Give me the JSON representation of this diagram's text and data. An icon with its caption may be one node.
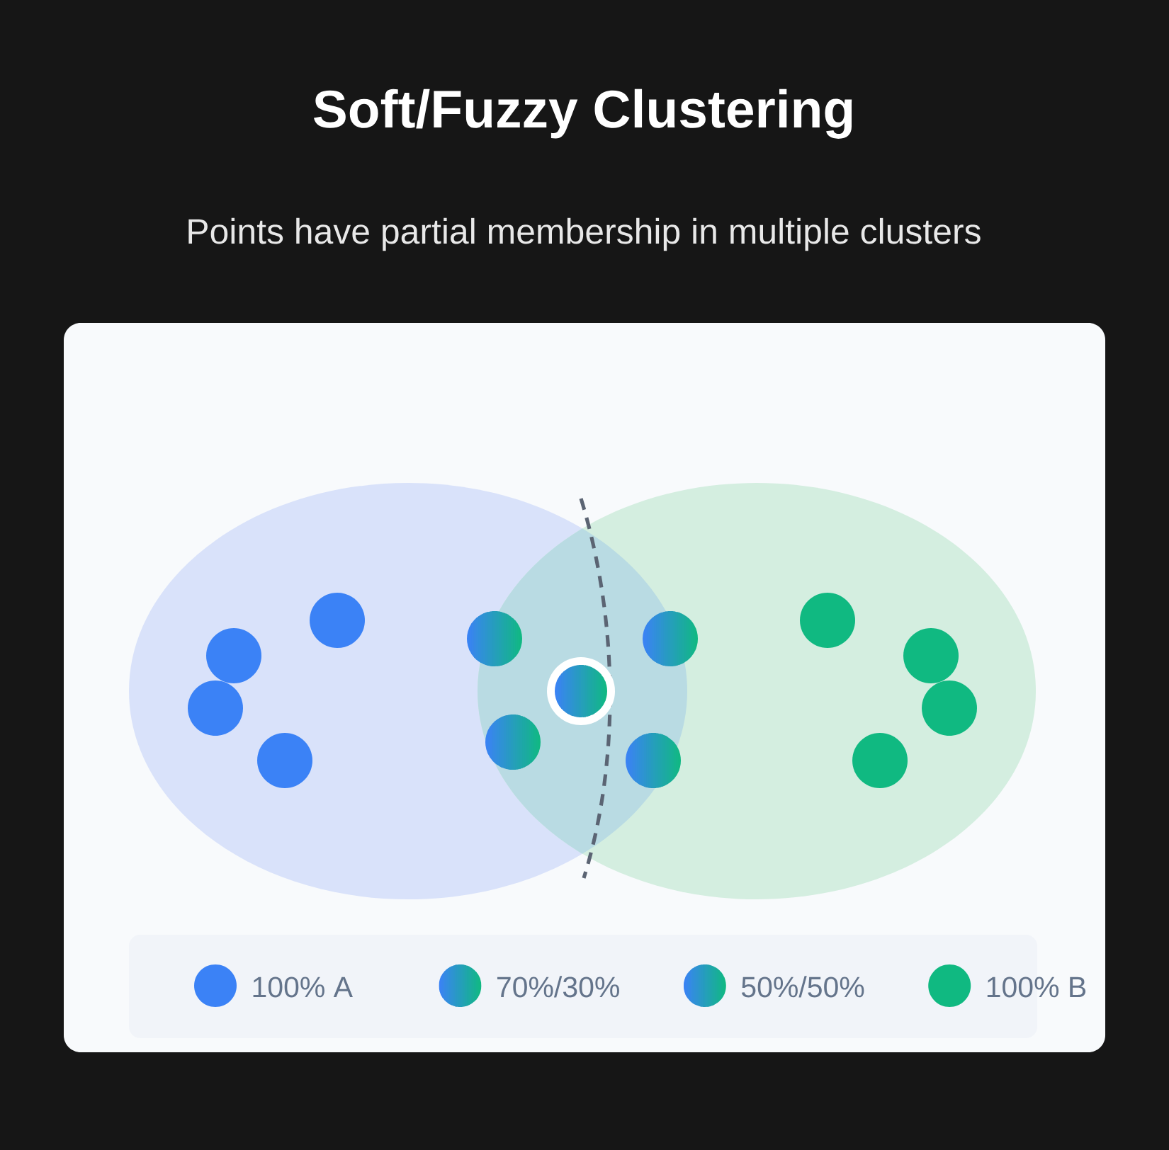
{
  "diagram": {
    "title": "Soft/Fuzzy Clustering",
    "caption": "Points have partial membership in multiple clusters",
    "legend": [
      {
        "text": "100% A",
        "color": "#3b82f6"
      },
      {
        "text": "70%/30%"
      },
      {
        "text": "50%/50%"
      },
      {
        "text": "100% B",
        "color": "#10b981"
      }
    ]
  }
}
